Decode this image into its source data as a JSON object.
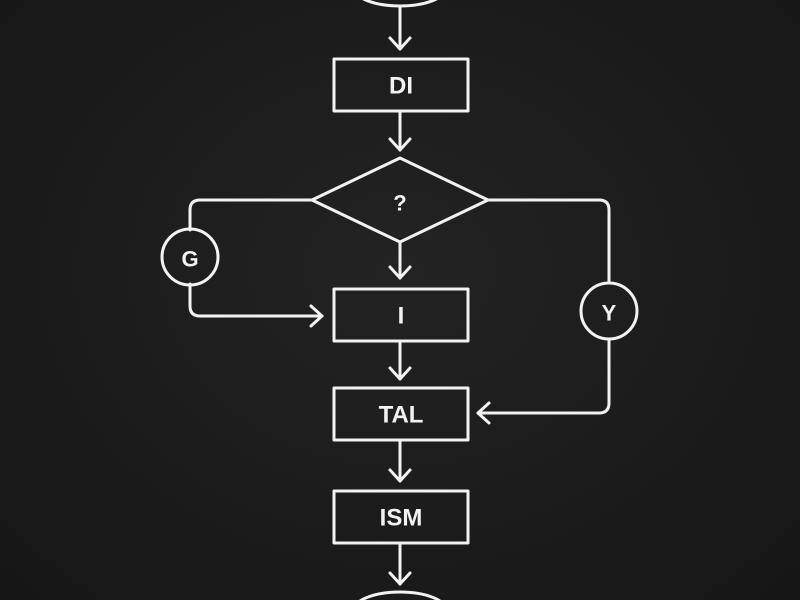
{
  "diagram": {
    "type": "flowchart",
    "nodes": {
      "start": {
        "shape": "terminal",
        "label": ""
      },
      "di": {
        "shape": "process",
        "label": "DI"
      },
      "decision": {
        "shape": "decision",
        "label": "?"
      },
      "g": {
        "shape": "connector",
        "label": "G"
      },
      "i": {
        "shape": "process",
        "label": "I"
      },
      "y": {
        "shape": "connector",
        "label": "Y"
      },
      "tal": {
        "shape": "process",
        "label": "TAL"
      },
      "ism": {
        "shape": "process",
        "label": "ISM"
      },
      "end": {
        "shape": "terminal",
        "label": ""
      }
    },
    "edges": [
      {
        "from": "start",
        "to": "di"
      },
      {
        "from": "di",
        "to": "decision"
      },
      {
        "from": "decision",
        "to": "i"
      },
      {
        "from": "decision",
        "to": "g"
      },
      {
        "from": "g",
        "to": "i"
      },
      {
        "from": "decision",
        "to": "y"
      },
      {
        "from": "y",
        "to": "tal"
      },
      {
        "from": "i",
        "to": "tal"
      },
      {
        "from": "tal",
        "to": "ism"
      },
      {
        "from": "ism",
        "to": "end"
      }
    ]
  },
  "colors": {
    "background": "#1c1c1c",
    "stroke": "#f2f2f2"
  }
}
